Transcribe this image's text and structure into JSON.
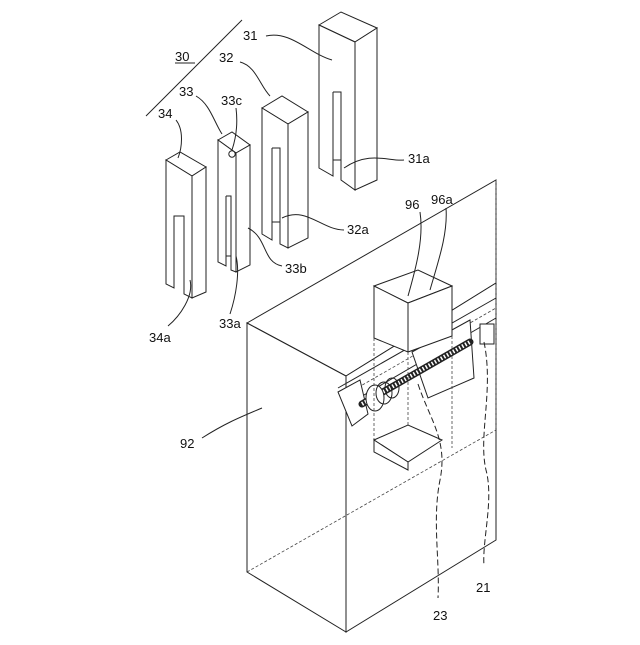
{
  "labels": {
    "l30": "30",
    "l31": "31",
    "l31a": "31a",
    "l32": "32",
    "l32a": "32a",
    "l33": "33",
    "l33a": "33a",
    "l33b": "33b",
    "l33c": "33c",
    "l34": "34",
    "l34a": "34a",
    "l92": "92",
    "l96": "96",
    "l96a": "96a",
    "l21": "21",
    "l23": "23"
  },
  "colors": {
    "line": "#222222",
    "background": "#ffffff"
  }
}
